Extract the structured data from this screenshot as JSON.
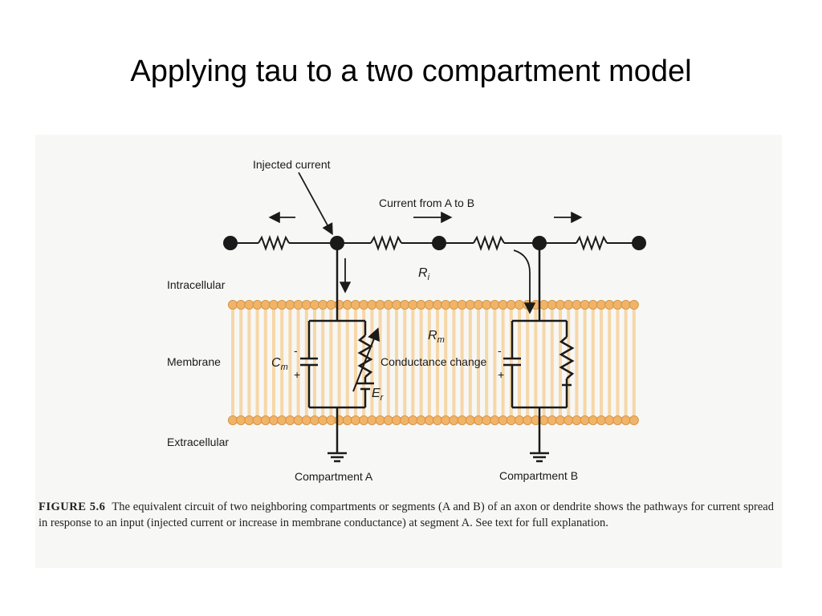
{
  "slide": {
    "title": "Applying tau to a two compartment model"
  },
  "figure": {
    "labels": {
      "injected_current": "Injected current",
      "current_a_to_b": "Current from A to B",
      "ri": "R",
      "ri_sub": "i",
      "intracellular": "Intracellular",
      "membrane": "Membrane",
      "extracellular": "Extracellular",
      "rm": "R",
      "rm_sub": "m",
      "cm": "C",
      "cm_sub": "m",
      "conductance_change": "Conductance change",
      "er": "E",
      "er_sub": "r",
      "compartment_a": "Compartment A",
      "compartment_b": "Compartment B",
      "minus_a": "-",
      "plus_a": "+",
      "minus_b": "-",
      "plus_b": "+"
    },
    "caption": {
      "figure_number": "FIGURE 5.6",
      "text": "The equivalent circuit of two neighboring compartments or segments (A and B) of an axon or dendrite shows the pathways for current spread in response to an input (injected current or increase in membrane conductance) at segment A. See text for full explanation."
    },
    "colors": {
      "membrane_head": "#f0b468",
      "membrane_head_edge": "#d08a3a",
      "membrane_tail": "#f6d7a8",
      "wire": "#1a1a1a"
    }
  }
}
